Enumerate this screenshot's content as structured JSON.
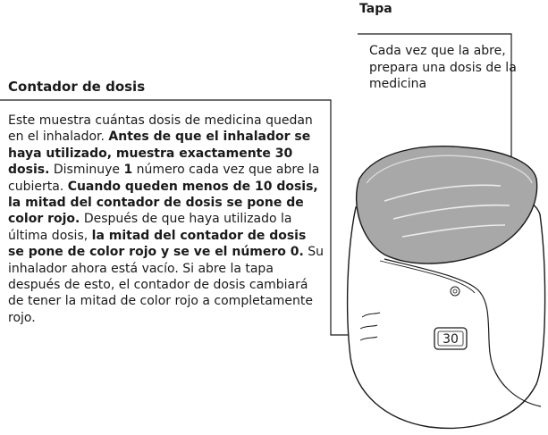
{
  "tapa": {
    "title": "Tapa",
    "description": "Cada vez que la abre, prepara una dosis de la medicina"
  },
  "contador": {
    "title": "Contador de dosis",
    "segments": [
      {
        "text": "Este muestra cuántas dosis de medicina quedan en el inhalador. ",
        "bold": false
      },
      {
        "text": "Antes de que el inhalador se haya utilizado, muestra exactamente 30 dosis.",
        "bold": true
      },
      {
        "text": " Disminuye ",
        "bold": false
      },
      {
        "text": "1",
        "bold": true
      },
      {
        "text": " número cada vez que abre la cubierta. ",
        "bold": false
      },
      {
        "text": "Cuando queden menos de 10 dosis, la mitad del contador de dosis se pone de color rojo.",
        "bold": true
      },
      {
        "text": " Después de que haya utilizado la última dosis, ",
        "bold": false
      },
      {
        "text": "la mitad del contador de dosis se pone de color rojo y se ve el número 0.",
        "bold": true
      },
      {
        "text": " Su inhalador ahora está vacío. Si abre la tapa después de esto, el contador de dosis cambiará de tener la mitad de color rojo a completamente rojo.",
        "bold": false
      }
    ]
  },
  "device": {
    "counter_value": "30"
  },
  "colors": {
    "line": "#1a1a1a",
    "cap_fill": "#a8a8a8",
    "body_fill": "#ffffff"
  }
}
